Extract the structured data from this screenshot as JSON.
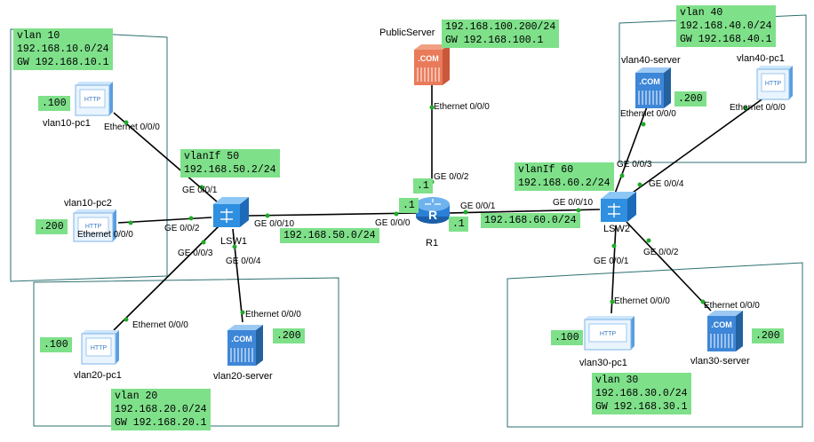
{
  "colors": {
    "note_bg": "#7fe08a",
    "link": "#000000",
    "link_dot": "#1faa2a",
    "area_border": "#2e6f70",
    "switch_blue": "#2f8fe0",
    "server_blue": "#3d86d8",
    "server_orange": "#e97a5a",
    "router_blue": "#2b7fd6"
  },
  "devices": {
    "public_server": "PublicServer",
    "r1": "R1",
    "lsw1": "LSW1",
    "lsw2": "LSW2",
    "vlan10_pc1": "vlan10-pc1",
    "vlan10_pc2": "vlan10-pc2",
    "vlan20_pc1": "vlan20-pc1",
    "vlan20_server": "vlan20-server",
    "vlan30_pc1": "vlan30-pc1",
    "vlan30_server": "vlan30-server",
    "vlan40_server": "vlan40-server",
    "vlan40_pc1": "vlan40-pc1"
  },
  "icon_text": {
    "http": "HTTP",
    "com": ".COM"
  },
  "notes": {
    "vlan10": [
      "vlan 10",
      "192.168.10.0/24",
      "GW 192.168.10.1"
    ],
    "vlan20": [
      "vlan 20",
      "192.168.20.0/24",
      "GW 192.168.20.1"
    ],
    "vlan30": [
      "vlan 30",
      "192.168.30.0/24",
      "GW 192.168.30.1"
    ],
    "vlan40": [
      "vlan 40",
      "192.168.40.0/24",
      "GW 192.168.40.1"
    ],
    "public": [
      "192.168.100.200/24",
      "GW 192.168.100.1"
    ],
    "vlanif50": [
      "vlanIf 50",
      "192.168.50.2/24"
    ],
    "vlanif60": [
      "vlanIf 60",
      "192.168.60.2/24"
    ],
    "net50": "192.168.50.0/24",
    "net60": "192.168.60.0/24",
    "host_100": ".100",
    "host_200": ".200",
    "r1_up": ".1",
    "r1_left": ".1",
    "r1_right": ".1"
  },
  "ports": {
    "pub_eth": "Ethernet 0/0/0",
    "r1_ge002": "GE 0/0/2",
    "r1_ge000": "GE 0/0/0",
    "r1_ge001": "GE 0/0/1",
    "lsw1_ge001": "GE 0/0/1",
    "lsw1_ge002": "GE 0/0/2",
    "lsw1_ge003": "GE 0/0/3",
    "lsw1_ge004": "GE 0/0/4",
    "lsw1_ge0010": "GE 0/0/10",
    "lsw2_ge0010": "GE 0/0/10",
    "lsw2_ge003": "GE 0/0/3",
    "lsw2_ge004": "GE 0/0/4",
    "lsw2_ge001": "GE 0/0/1",
    "lsw2_ge002": "GE 0/0/2",
    "v10pc1_eth": "Ethernet 0/0/0",
    "v10pc2_eth": "Ethernet 0/0/0",
    "v20pc1_eth": "Ethernet 0/0/0",
    "v20srv_eth": "Ethernet 0/0/0",
    "v30pc1_eth": "Ethernet 0/0/0",
    "v30srv_eth": "Ethernet 0/0/0",
    "v40srv_eth": "Ethernet 0/0/0",
    "v40pc1_eth": "Ethernet 0/0/0"
  }
}
